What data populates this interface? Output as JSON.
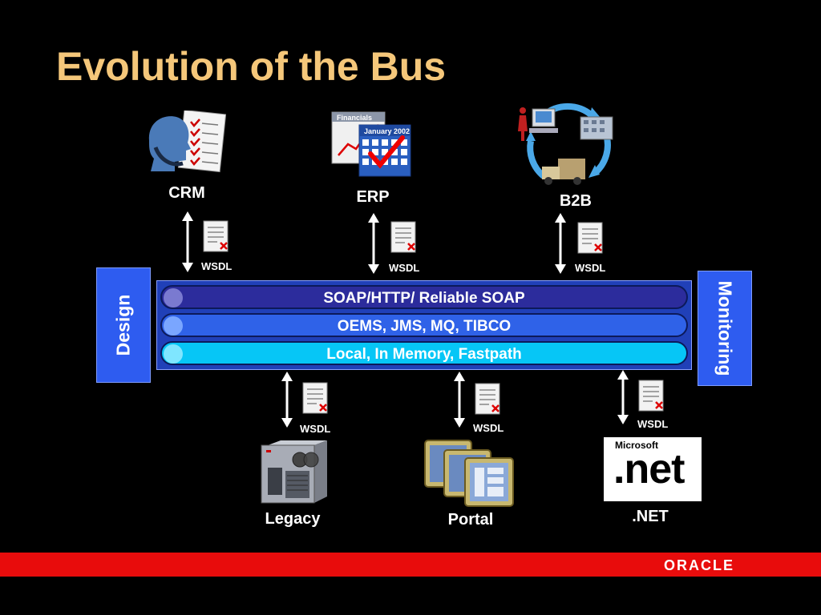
{
  "title": "Evolution of the Bus",
  "systems": {
    "crm": "CRM",
    "erp": "ERP",
    "b2b": "B2B",
    "legacy": "Legacy",
    "portal": "Portal",
    "dotnet": ".NET"
  },
  "wsdl_label": "WSDL",
  "bus_layers": [
    {
      "label": "SOAP/HTTP/ Reliable SOAP",
      "color": "#2c2c9c",
      "knob": "#7a7ad0"
    },
    {
      "label": "OEMS, JMS, MQ, TIBCO",
      "color": "#2f62e8",
      "knob": "#7aa6ff"
    },
    {
      "label": "Local, In Memory, Fastpath",
      "color": "#06c6f6",
      "knob": "#7fe6ff"
    }
  ],
  "side_panels": {
    "design": "Design",
    "monitoring": "Monitoring"
  },
  "erp_icon_texts": {
    "financials": "Financials",
    "calendar": "January 2002"
  },
  "dotnet_logo": {
    "brand": "Microsoft",
    "mark": ".net"
  },
  "footer_logo": "ORACLE",
  "colors": {
    "title": "#f5c77a",
    "bus_panel": "#2e5cf0",
    "footer_bar": "#e80c0c"
  }
}
